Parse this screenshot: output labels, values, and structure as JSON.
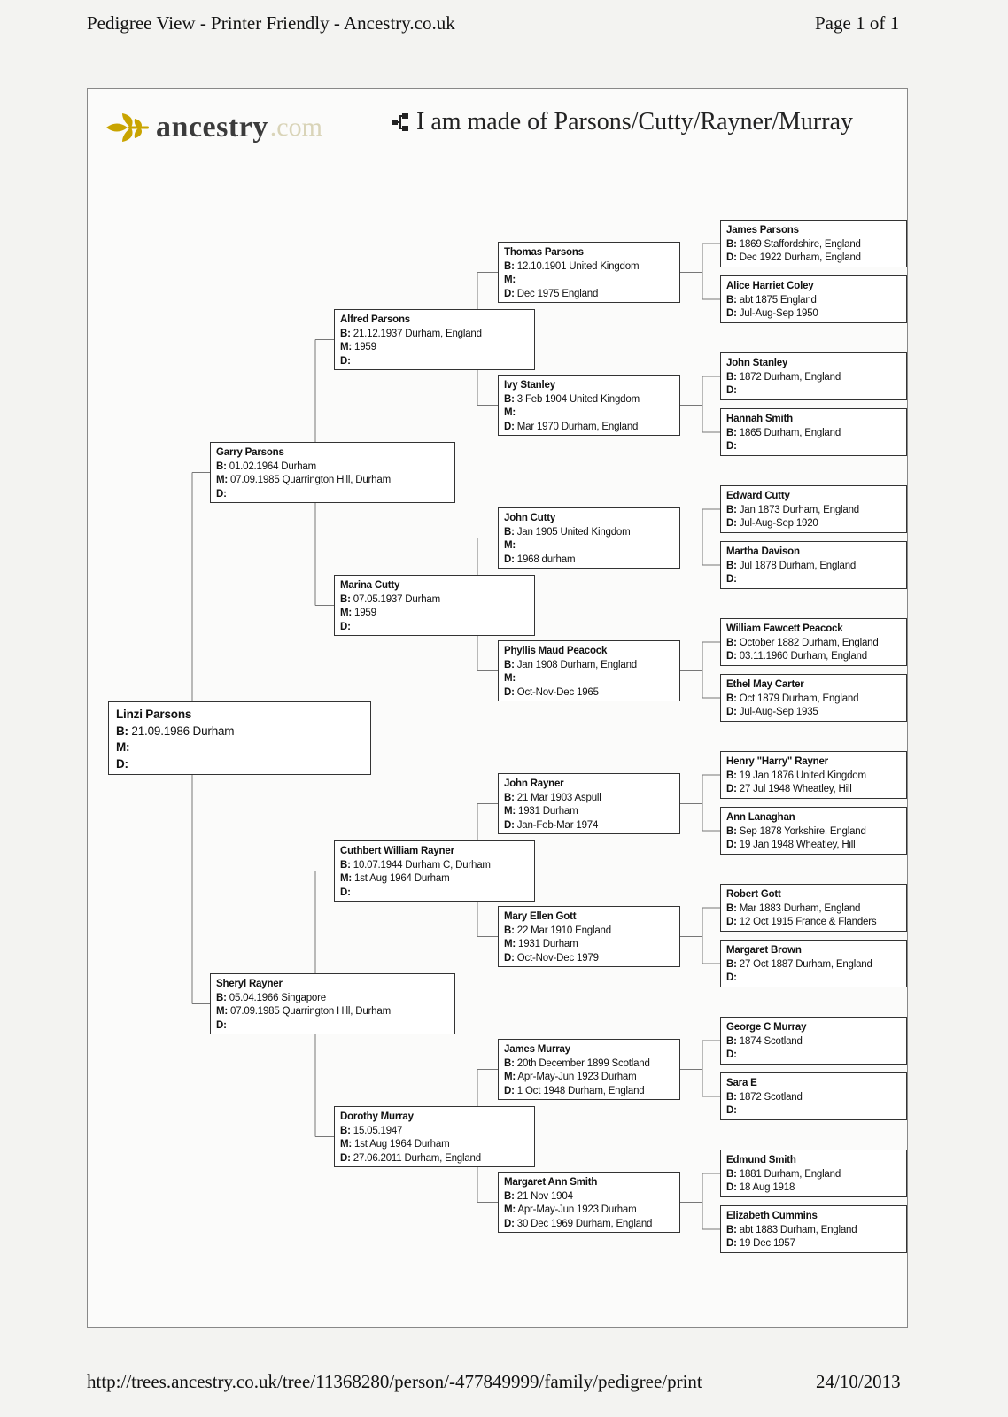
{
  "header": {
    "title": "Pedigree View - Printer Friendly - Ancestry.co.uk",
    "page": "Page 1 of 1"
  },
  "footer": {
    "url": "http://trees.ancestry.co.uk/tree/11368280/person/-477849999/family/pedigree/print",
    "date": "24/10/2013"
  },
  "brand": {
    "name": "ancestry",
    "suffix": ".com",
    "accent_color": "#c9a400",
    "logo_icon": "leaf-icon"
  },
  "tree_title": {
    "icon": "pedigree-icon",
    "text": "I am made of Parsons/Cutty/Rayner/Murray"
  },
  "labels": {
    "birth": "B:",
    "marriage": "M:",
    "death": "D:"
  },
  "persons": {
    "root": {
      "name": "Linzi Parsons",
      "b": "21.09.1986 Durham",
      "m": "",
      "d": ""
    },
    "g1_0": {
      "name": "Garry Parsons",
      "b": "01.02.1964 Durham",
      "m": "07.09.1985 Quarrington Hill, Durham",
      "d": ""
    },
    "g1_1": {
      "name": "Sheryl Rayner",
      "b": "05.04.1966 Singapore",
      "m": "07.09.1985 Quarrington Hill, Durham",
      "d": ""
    },
    "g2_0": {
      "name": "Alfred Parsons",
      "b": "21.12.1937 Durham, England",
      "m": "1959",
      "d": ""
    },
    "g2_1": {
      "name": "Marina Cutty",
      "b": "07.05.1937 Durham",
      "m": "1959",
      "d": ""
    },
    "g2_2": {
      "name": "Cuthbert William Rayner",
      "b": "10.07.1944 Durham C, Durham",
      "m": "1st Aug 1964 Durham",
      "d": ""
    },
    "g2_3": {
      "name": "Dorothy Murray",
      "b": "15.05.1947",
      "m": "1st Aug 1964 Durham",
      "d": "27.06.2011 Durham, England"
    },
    "g3_0": {
      "name": "Thomas Parsons",
      "b": "12.10.1901 United Kingdom",
      "m": "",
      "d": "Dec 1975 England"
    },
    "g3_1": {
      "name": "Ivy Stanley",
      "b": "3 Feb 1904 United Kingdom",
      "m": "",
      "d": "Mar 1970 Durham, England"
    },
    "g3_2": {
      "name": "John Cutty",
      "b": "Jan 1905 United Kingdom",
      "m": "",
      "d": "1968 durham"
    },
    "g3_3": {
      "name": "Phyllis Maud Peacock",
      "b": "Jan 1908 Durham, England",
      "m": "",
      "d": "Oct-Nov-Dec 1965"
    },
    "g3_4": {
      "name": "John Rayner",
      "b": "21 Mar 1903 Aspull",
      "m": "1931 Durham",
      "d": "Jan-Feb-Mar 1974"
    },
    "g3_5": {
      "name": "Mary Ellen Gott",
      "b": "22 Mar 1910 England",
      "m": "1931 Durham",
      "d": "Oct-Nov-Dec 1979"
    },
    "g3_6": {
      "name": "James Murray",
      "b": "20th December 1899 Scotland",
      "m": "Apr-May-Jun 1923 Durham",
      "d": "1 Oct 1948 Durham, England"
    },
    "g3_7": {
      "name": "Margaret Ann Smith",
      "b": "21 Nov 1904",
      "m": "Apr-May-Jun 1923 Durham",
      "d": "30 Dec 1969 Durham, England"
    },
    "g4_0": {
      "name": "James Parsons",
      "b": "1869 Staffordshire, England",
      "d": "Dec 1922 Durham, England"
    },
    "g4_1": {
      "name": "Alice Harriet Coley",
      "b": "abt 1875 England",
      "d": "Jul-Aug-Sep 1950"
    },
    "g4_2": {
      "name": "John Stanley",
      "b": "1872 Durham, England",
      "d": ""
    },
    "g4_3": {
      "name": "Hannah Smith",
      "b": "1865 Durham, England",
      "d": ""
    },
    "g4_4": {
      "name": "Edward Cutty",
      "b": "Jan 1873 Durham, England",
      "d": "Jul-Aug-Sep 1920"
    },
    "g4_5": {
      "name": "Martha Davison",
      "b": "Jul 1878 Durham, England",
      "d": ""
    },
    "g4_6": {
      "name": "William Fawcett Peacock",
      "b": "October 1882 Durham, England",
      "d": "03.11.1960 Durham, England"
    },
    "g4_7": {
      "name": "Ethel May Carter",
      "b": "Oct 1879 Durham, England",
      "d": "Jul-Aug-Sep 1935"
    },
    "g4_8": {
      "name": "Henry \"Harry\" Rayner",
      "b": "19 Jan 1876 United Kingdom",
      "d": "27 Jul 1948 Wheatley, Hill"
    },
    "g4_9": {
      "name": "Ann Lanaghan",
      "b": "Sep 1878 Yorkshire, England",
      "d": "19 Jan 1948 Wheatley, Hill"
    },
    "g4_10": {
      "name": "Robert Gott",
      "b": "Mar 1883 Durham, England",
      "d": "12 Oct 1915 France & Flanders"
    },
    "g4_11": {
      "name": "Margaret Brown",
      "b": "27 Oct 1887 Durham, England",
      "d": ""
    },
    "g4_12": {
      "name": "George C Murray",
      "b": "1874 Scotland",
      "d": ""
    },
    "g4_13": {
      "name": "Sara E",
      "b": "1872 Scotland",
      "d": ""
    },
    "g4_14": {
      "name": "Edmund Smith",
      "b": "1881 Durham, England",
      "d": "18 Aug 1918"
    },
    "g4_15": {
      "name": "Elizabeth Cummins",
      "b": "abt 1883 Durham, England",
      "d": "19 Dec 1957"
    }
  }
}
